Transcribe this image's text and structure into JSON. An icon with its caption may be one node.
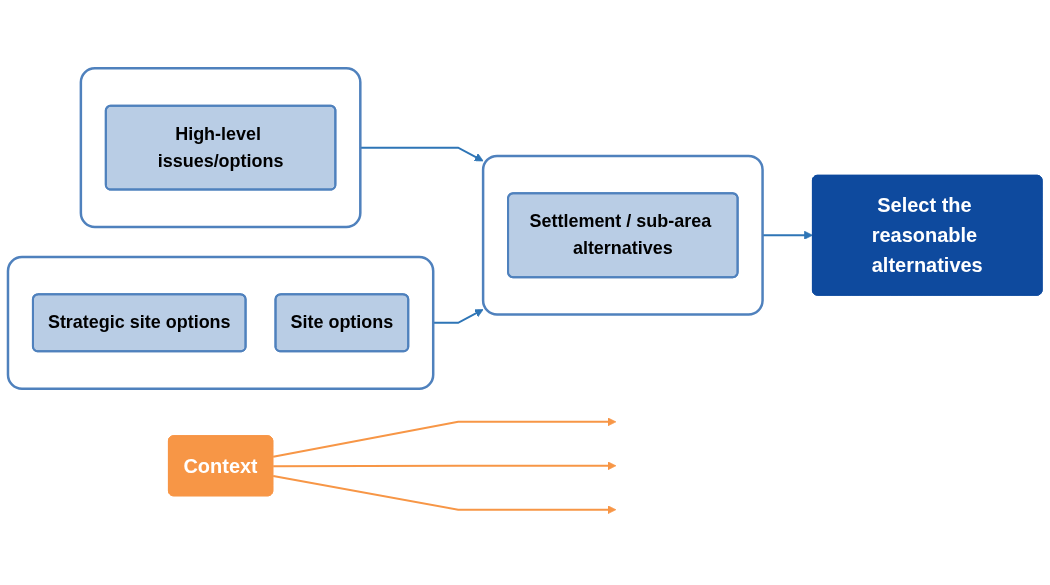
{
  "diagram": {
    "nodes": [
      {
        "text": [
          "Context"
        ]
      },
      {
        "text": [],
        "shape": "box"
      },
      {
        "text": [
          "High-level issues/options"
        ],
        "in": 1
      },
      {
        "text": [],
        "shape": "box"
      },
      {
        "text": [
          "Settlement / sub-area alternatives"
        ],
        "in": 3
      },
      {
        "text": [],
        "shape": "box"
      },
      {
        "text": [
          "Strategic site options"
        ],
        "in": 5
      },
      {
        "text": [
          "Site options"
        ],
        "in": 5
      },
      {
        "text": [
          "Select the reasonable alternatives"
        ]
      }
    ],
    "edges": [
      {
        "from": 0,
        "to": null,
        "arrow": "to",
        "color": "#f79646"
      },
      {
        "from": 0,
        "to": null,
        "arrow": "to",
        "color": "#f79646"
      },
      {
        "from": 0,
        "to": null,
        "arrow": "to",
        "color": "#f79646"
      },
      {
        "from": 1,
        "to": 3,
        "arrow": "to",
        "color": "#2e75b6"
      },
      {
        "from": 5,
        "to": 3,
        "arrow": "to",
        "color": "#2e75b6"
      },
      {
        "from": 3,
        "to": 8,
        "arrow": "to",
        "color": "#2e75b6"
      }
    ]
  }
}
